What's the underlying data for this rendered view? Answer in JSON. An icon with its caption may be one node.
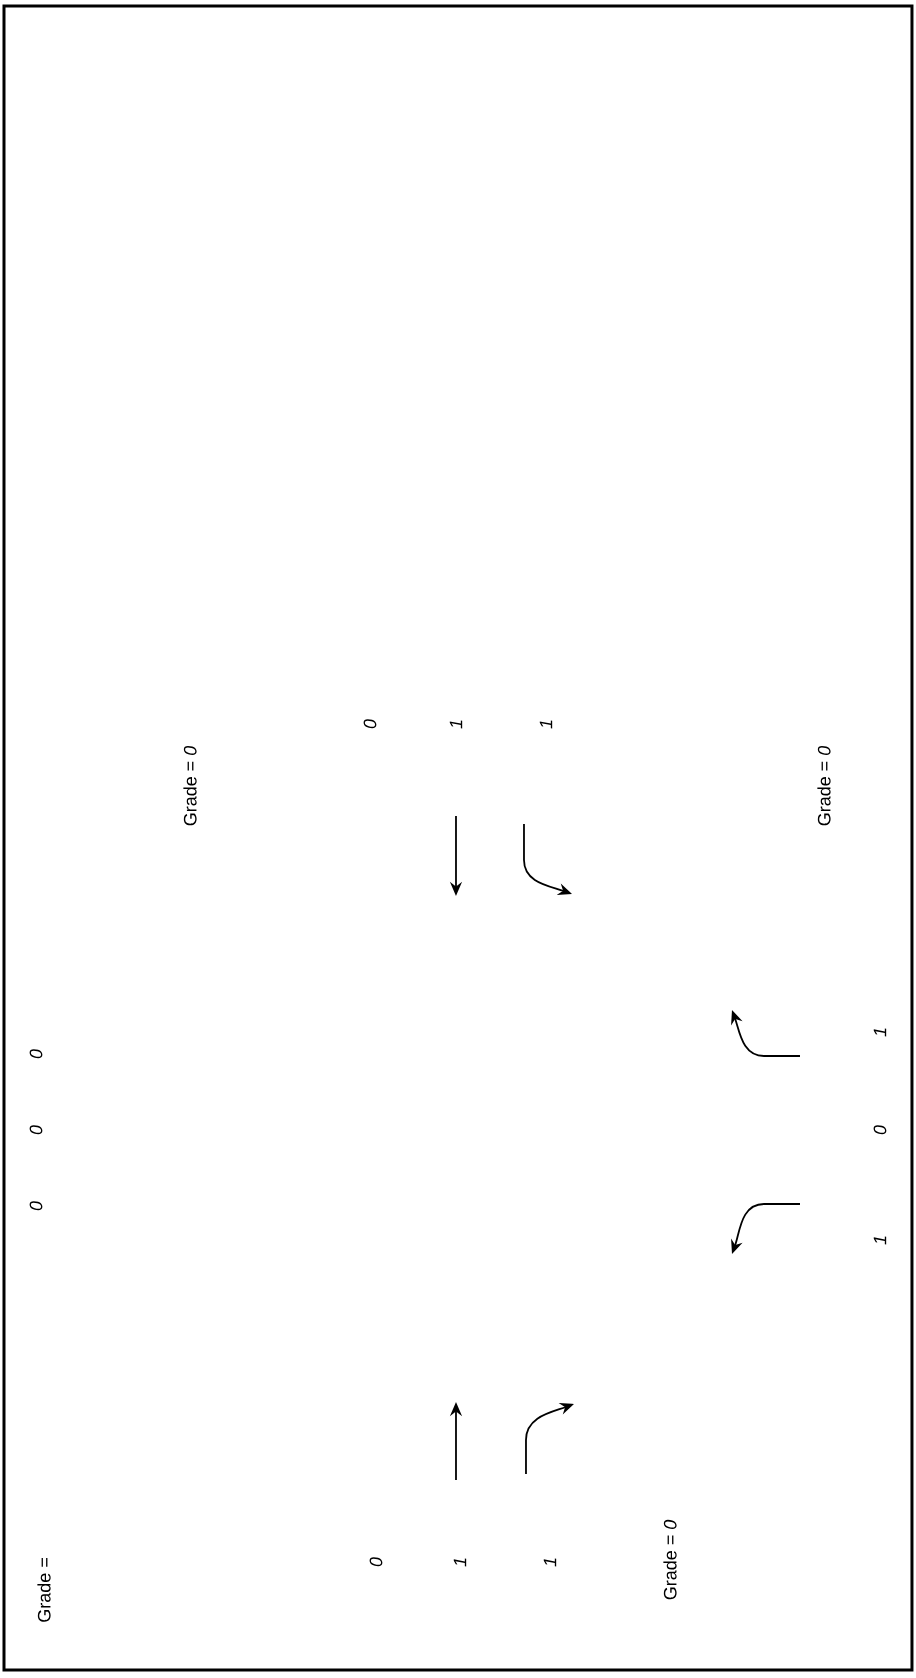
{
  "diagram": {
    "labels": [
      "Grade =",
      "0",
      "1",
      "1",
      "Grade = *0*",
      "0",
      "0",
      "0",
      "1",
      "0",
      "1",
      "Grade = *0*",
      "0",
      "1",
      "1",
      "Grade = *0*"
    ]
  }
}
